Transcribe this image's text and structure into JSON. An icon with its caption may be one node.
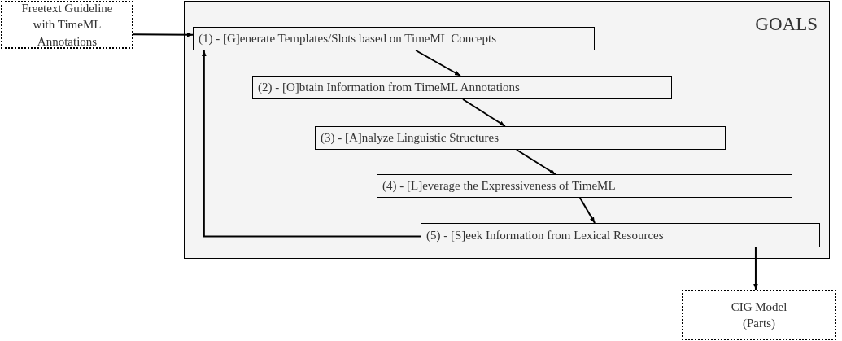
{
  "diagram": {
    "nodes": [
      {
        "text": [
          "Freetext Guideline with TimeML Annotations"
        ]
      },
      {
        "text": [
          "GOALS"
        ]
      },
      {
        "text": [
          "(1) - [G]enerate Templates/Slots based on TimeML Concepts"
        ],
        "in": 1
      },
      {
        "text": [
          "(2) - [O]btain Information from TimeML Annotations"
        ],
        "in": 1
      },
      {
        "text": [
          "(3) - [A]nalyze Linguistic Structures"
        ],
        "in": 1
      },
      {
        "text": [
          "(4) - [L]everage the Expressiveness of TimeML"
        ],
        "in": 1
      },
      {
        "text": [
          "(5) - [S]eek Information from Lexical Resources"
        ],
        "in": 1
      },
      {
        "text": [
          "CIG Model (Parts)"
        ]
      }
    ],
    "edges": [
      {
        "from": 0,
        "to": 2,
        "arrow": "to"
      },
      {
        "from": 2,
        "to": 3,
        "arrow": "to"
      },
      {
        "from": 3,
        "to": 4,
        "arrow": "to"
      },
      {
        "from": 4,
        "to": 5,
        "arrow": "to"
      },
      {
        "from": 5,
        "to": 6,
        "arrow": "to"
      },
      {
        "from": 6,
        "to": 2,
        "arrow": "to"
      },
      {
        "from": 6,
        "to": 7,
        "arrow": "to"
      }
    ]
  }
}
